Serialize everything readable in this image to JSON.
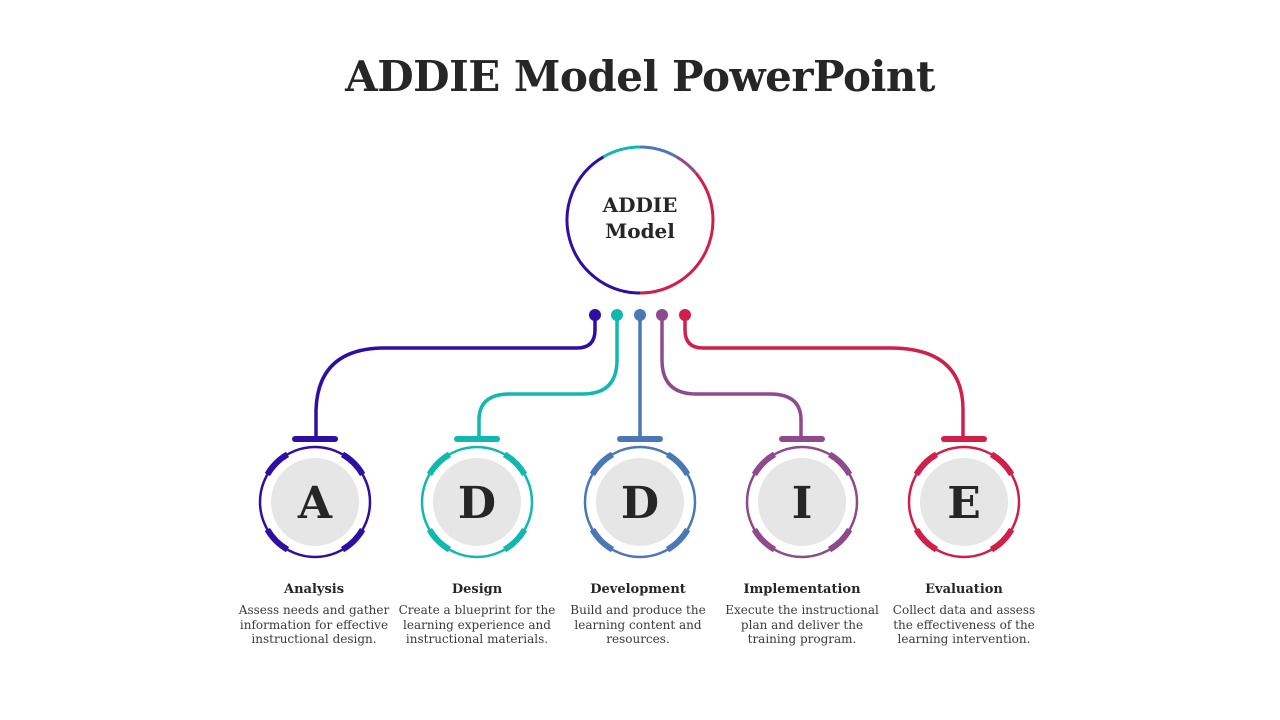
{
  "title": "ADDIE Model PowerPoint",
  "center": {
    "line1": "ADDIE",
    "line2": "Model"
  },
  "steps": [
    {
      "letter": "A",
      "title": "Analysis",
      "description": "Assess needs and gather information for effective instructional design.",
      "color": "#2E0FA3"
    },
    {
      "letter": "D",
      "title": "Design",
      "description": "Create a blueprint for the learning experience and instructional materials.",
      "color": "#10B8B0"
    },
    {
      "letter": "D",
      "title": "Development",
      "description": "Build and produce the learning content and resources.",
      "color": "#4A78B5"
    },
    {
      "letter": "I",
      "title": "Implementation",
      "description": "Execute the instructional plan and deliver the training program.",
      "color": "#8E4A8A"
    },
    {
      "letter": "E",
      "title": "Evaluation",
      "description": "Collect data and assess the effectiveness of the learning intervention.",
      "color": "#D11F4A"
    }
  ]
}
